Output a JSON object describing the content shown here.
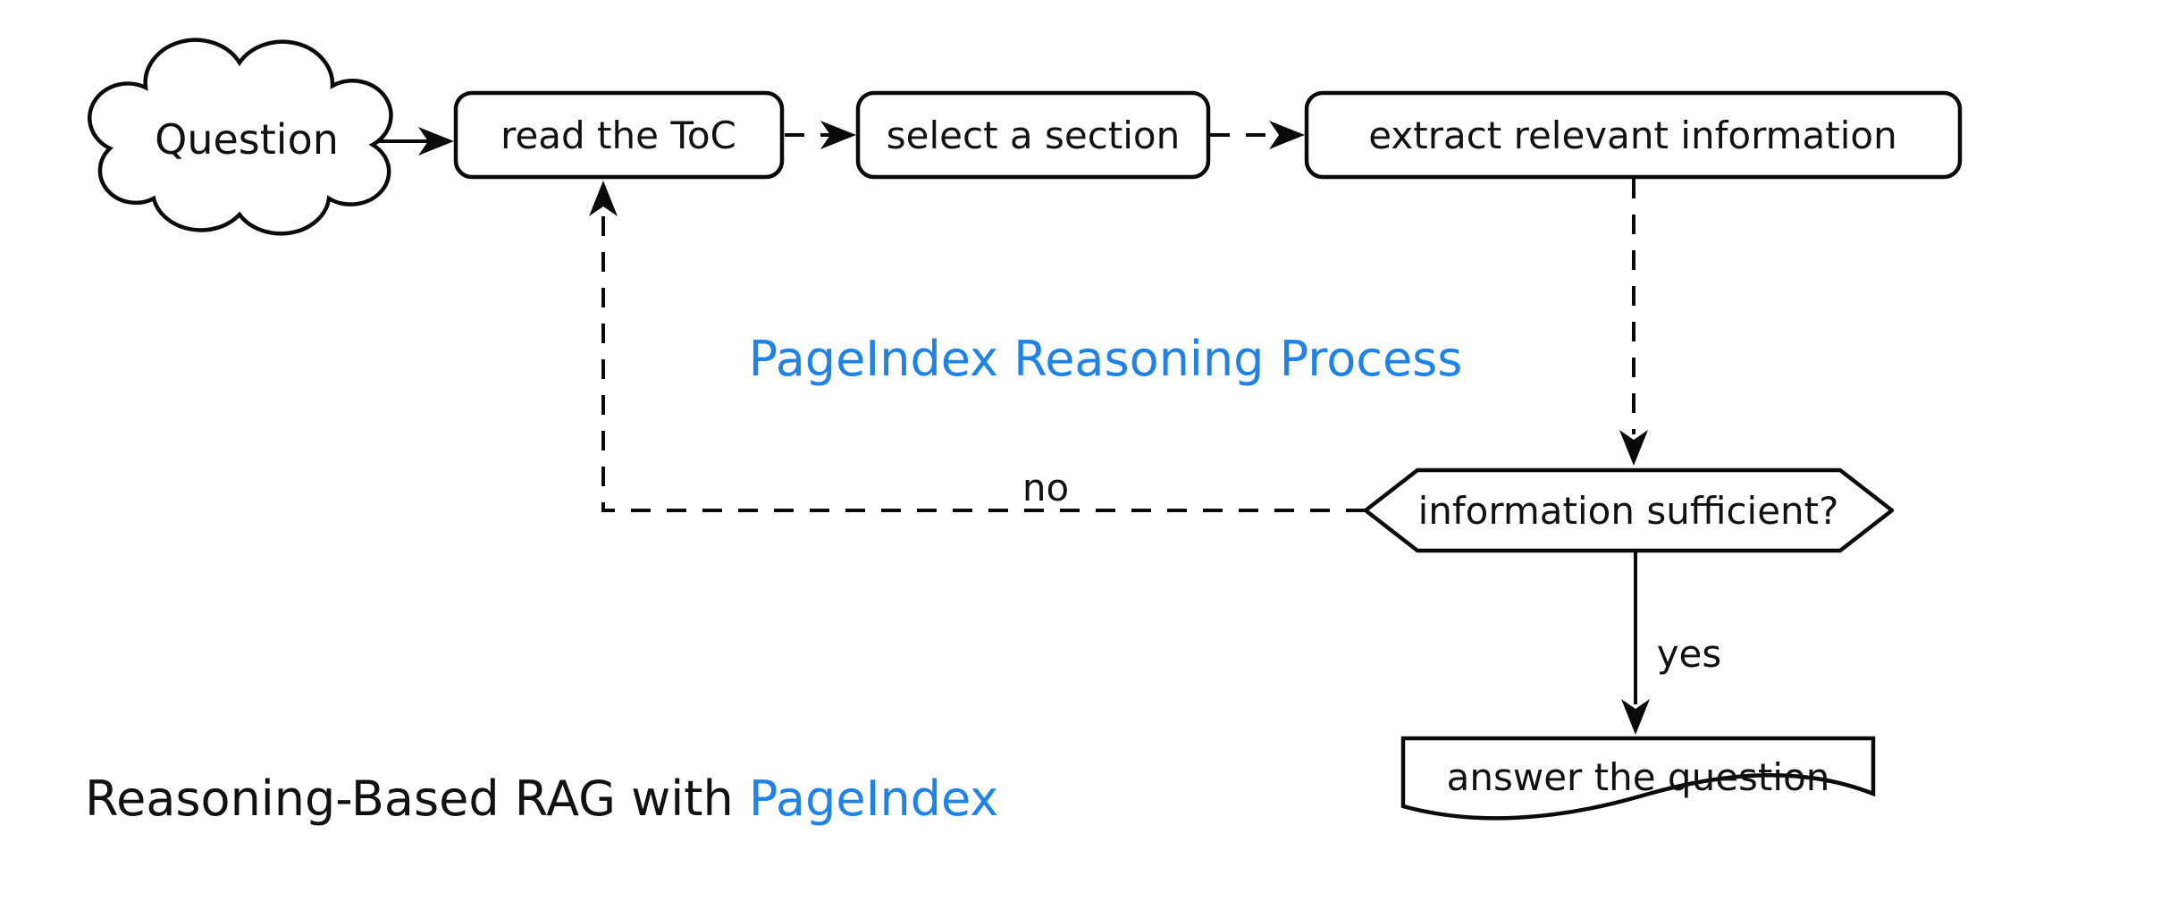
{
  "diagram": {
    "title": "PageIndex Reasoning Process",
    "nodes": {
      "question": {
        "label": "Question",
        "shape": "cloud"
      },
      "read_toc": {
        "label": "read the ToC",
        "shape": "rounded-rect"
      },
      "select_section": {
        "label": "select a section",
        "shape": "rounded-rect"
      },
      "extract_info": {
        "label": "extract relevant information",
        "shape": "rounded-rect"
      },
      "decision": {
        "label": "information sufficient?",
        "shape": "hexagon"
      },
      "answer": {
        "label": "answer the question",
        "shape": "document"
      }
    },
    "edge_labels": {
      "no": "no",
      "yes": "yes"
    },
    "caption": {
      "prefix": "Reasoning-Based RAG with ",
      "brand": "PageIndex"
    },
    "colors": {
      "accent_blue": "#1E82E6",
      "stroke": "#0a0a0a",
      "background": "#FFFFFF"
    }
  }
}
